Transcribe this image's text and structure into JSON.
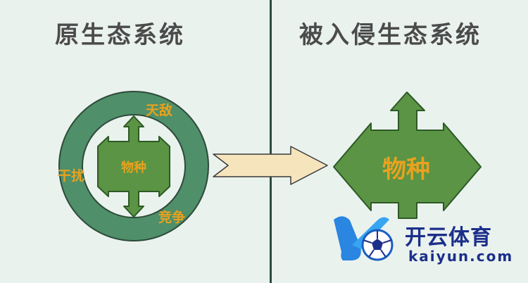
{
  "left": {
    "title": "原生态系统",
    "center_label": "物种",
    "labels": {
      "top": "天敌",
      "left": "干扰",
      "bottom": "竞争"
    }
  },
  "right": {
    "title": "被入侵生态系统",
    "center_label": "物种"
  },
  "watermark": {
    "cn": "开云体育",
    "en": "kaiyun.com"
  },
  "colors": {
    "background": "#eaf2ee",
    "ring": "#4f8f69",
    "ring_stroke": "#2d4a3a",
    "cross": "#5a9444",
    "cross_stroke": "#2d5a25",
    "orange_label": "#e8a21f",
    "arrow_fill": "#f6e4bd",
    "divider": "#2f4b3d",
    "title_text": "#4b4b4b",
    "watermark_blue": "#1b2f8a"
  }
}
